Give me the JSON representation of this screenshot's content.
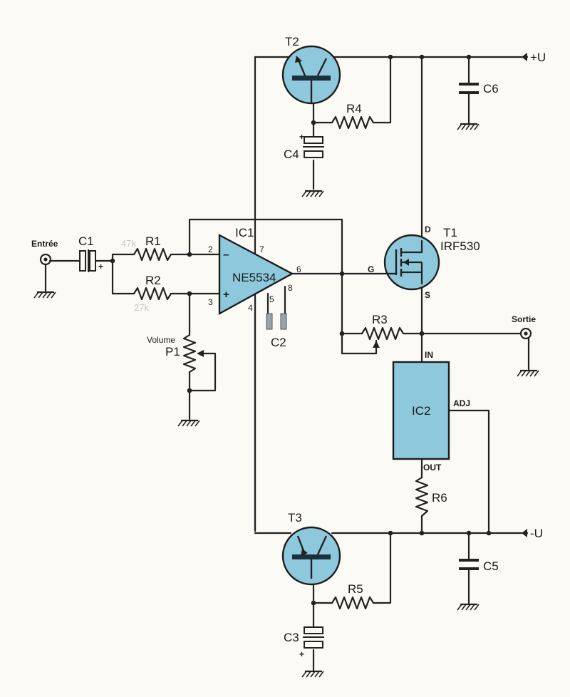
{
  "io": {
    "input_label": "Entrée",
    "output_label": "Sortie",
    "pos_supply": "+U",
    "neg_supply": "-U"
  },
  "components": {
    "c1": "C1",
    "c2": "C2",
    "c3": "C3",
    "c4": "C4",
    "c5": "C5",
    "c6": "C6",
    "r1": "R1",
    "r2": "R2",
    "r3": "R3",
    "r4": "R4",
    "r5": "R5",
    "r6": "R6",
    "p1": "P1",
    "volume": "Volume",
    "t1": "T1",
    "t1_part": "IRF530",
    "t2": "T2",
    "t3": "T3",
    "ic1": "IC1",
    "ic1_part": "NE5534",
    "ic2": "IC2"
  },
  "pins": {
    "ic1_2": "2",
    "ic1_3": "3",
    "ic1_7": "7",
    "ic1_6": "6",
    "ic1_4": "4",
    "ic1_5": "5",
    "ic1_8": "8",
    "minus": "–",
    "plus": "+",
    "c1_plus": "+",
    "c4_plus": "+",
    "c3_plus": "+",
    "gate": "G",
    "drain": "D",
    "source": "S",
    "ic2_in": "IN",
    "ic2_out": "OUT",
    "ic2_adj": "ADJ"
  },
  "annotations": {
    "r1_value_faint": "47k",
    "r2_value_faint": "27k"
  }
}
